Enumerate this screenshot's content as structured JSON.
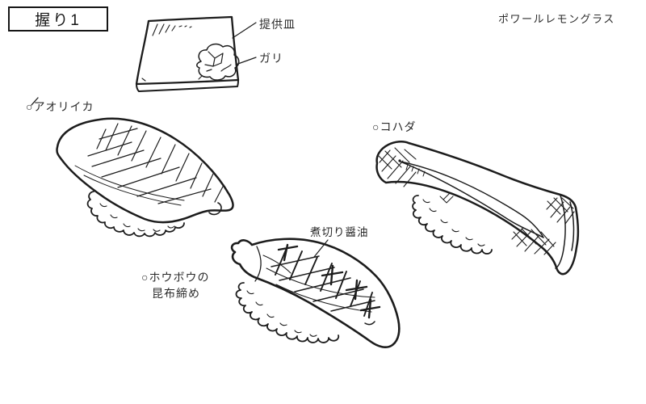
{
  "header": {
    "title": "握り1",
    "note": "ポワールレモングラス"
  },
  "plate": {
    "label": "提供皿",
    "garnish_label": "ガリ"
  },
  "sushi": [
    {
      "label": "○アオリイカ"
    },
    {
      "label": "○コハダ"
    },
    {
      "label_line1": "○ホウボウの",
      "label_line2": "昆布締め"
    }
  ],
  "annotations": {
    "sauce_label": "煮切り醤油"
  },
  "colors": {
    "ink": "#1c1c1c",
    "paper": "#ffffff"
  }
}
